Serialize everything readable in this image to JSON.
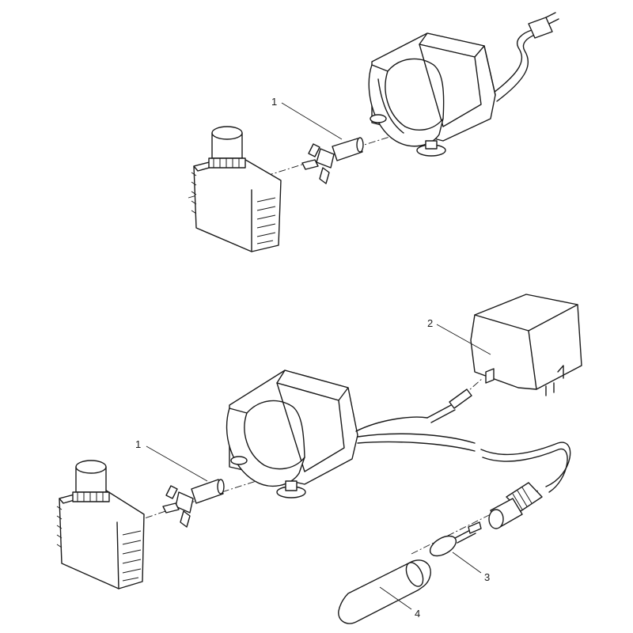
{
  "callouts": {
    "top_impeller": "1",
    "bottom_impeller": "1",
    "transformer": "2",
    "lamp_bulb": "3",
    "lamp_cover": "4"
  }
}
